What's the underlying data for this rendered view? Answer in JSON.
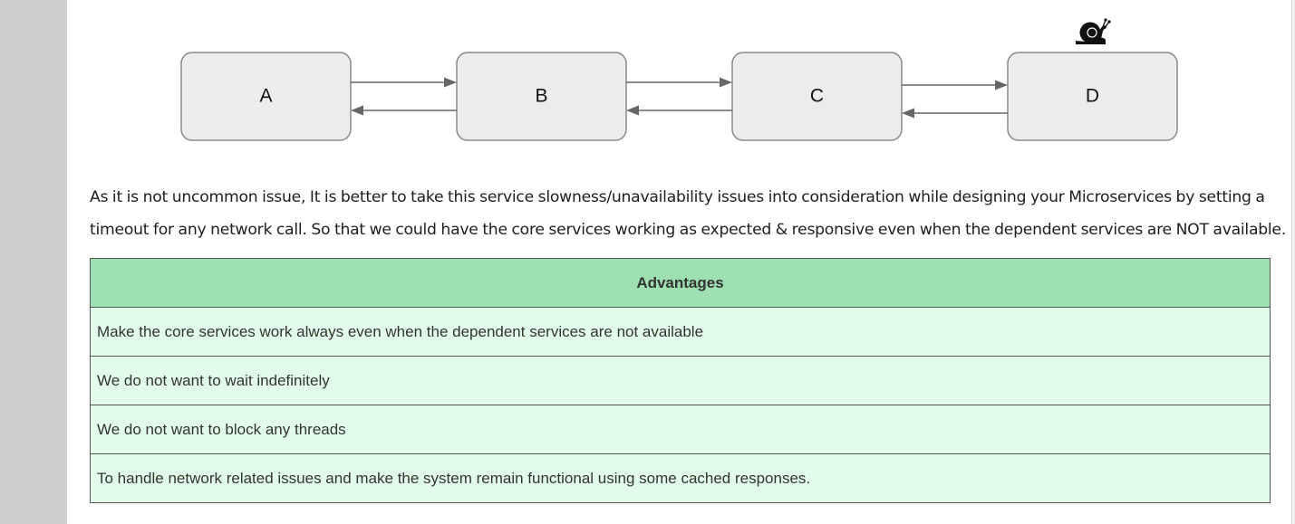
{
  "diagram": {
    "nodes": [
      {
        "label": "A"
      },
      {
        "label": "B"
      },
      {
        "label": "C"
      },
      {
        "label": "D"
      }
    ],
    "slow_indicator_icon": "snail-icon",
    "colors": {
      "node_fill": "#ececec",
      "node_border": "#8a8a8a",
      "arrow": "#666666"
    }
  },
  "paragraph": "As it is not uncommon issue, It is better to take this service slowness/unavailability issues into consideration while designing your Microservices by setting a timeout for any network call. So that we could have the core services working as expected & responsive even when the dependent services are NOT available.",
  "table": {
    "header": "Advantages",
    "rows": [
      "Make the core services work always even when the dependent services are not available",
      "We do not want to wait indefinitely",
      "We do not want to block any threads",
      "To handle network related issues and make the system remain functional using some cached responses."
    ],
    "colors": {
      "header_bg": "#9ee0b1",
      "row_bg": "#e1fdea",
      "border": "#555555"
    }
  }
}
